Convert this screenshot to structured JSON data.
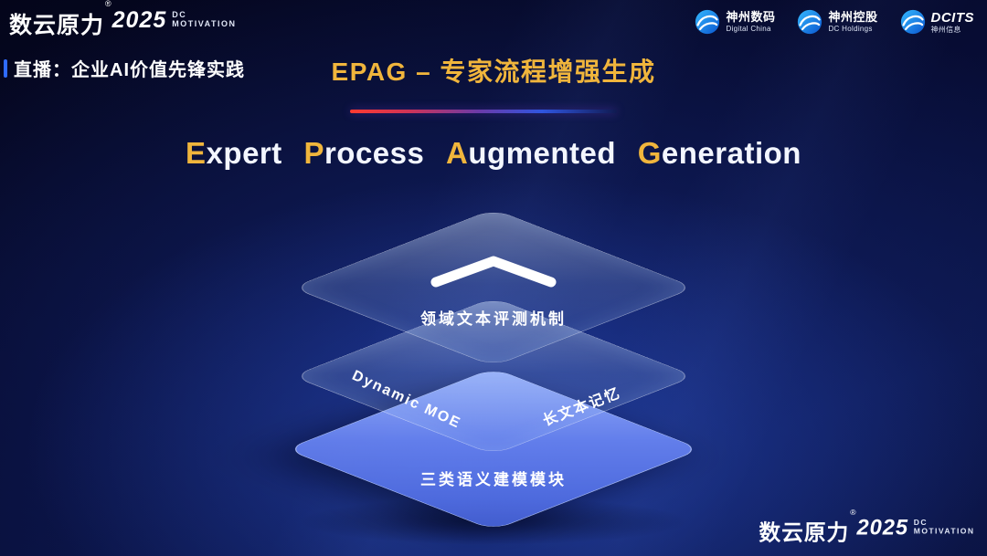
{
  "brand": {
    "name": "数云原力",
    "reg": "®",
    "year": "2025",
    "tag1": "DC",
    "tag2": "MOTIVATION"
  },
  "header": {
    "subtitle": "直播：企业AI价值先锋实践",
    "title": "EPAG – 专家流程增强生成"
  },
  "partner_logos": [
    {
      "name": "神州数码",
      "sub": "Digital China"
    },
    {
      "name": "神州控股",
      "sub": "DC Holdings"
    },
    {
      "name": "DCITS",
      "sub": "神州信息"
    }
  ],
  "heading": {
    "words": [
      {
        "accent": "E",
        "rest": "xpert"
      },
      {
        "accent": "P",
        "rest": "rocess"
      },
      {
        "accent": "A",
        "rest": "ugmented"
      },
      {
        "accent": "G",
        "rest": "eneration"
      }
    ]
  },
  "diagram": {
    "top_layer_label": "领域文本评测机制",
    "middle_layer_label_left": "Dynamic MOE",
    "middle_layer_label_right": "长文本记忆",
    "bottom_layer_label": "三类语义建模模块"
  },
  "colors": {
    "accent_gold": "#f0b53c",
    "background_dark": "#04051a",
    "glow_blue": "#2d55d2",
    "bottom_layer_blue": "#6783f2",
    "underline_red": "#ff3b30",
    "underline_blue": "#2f55e0"
  }
}
